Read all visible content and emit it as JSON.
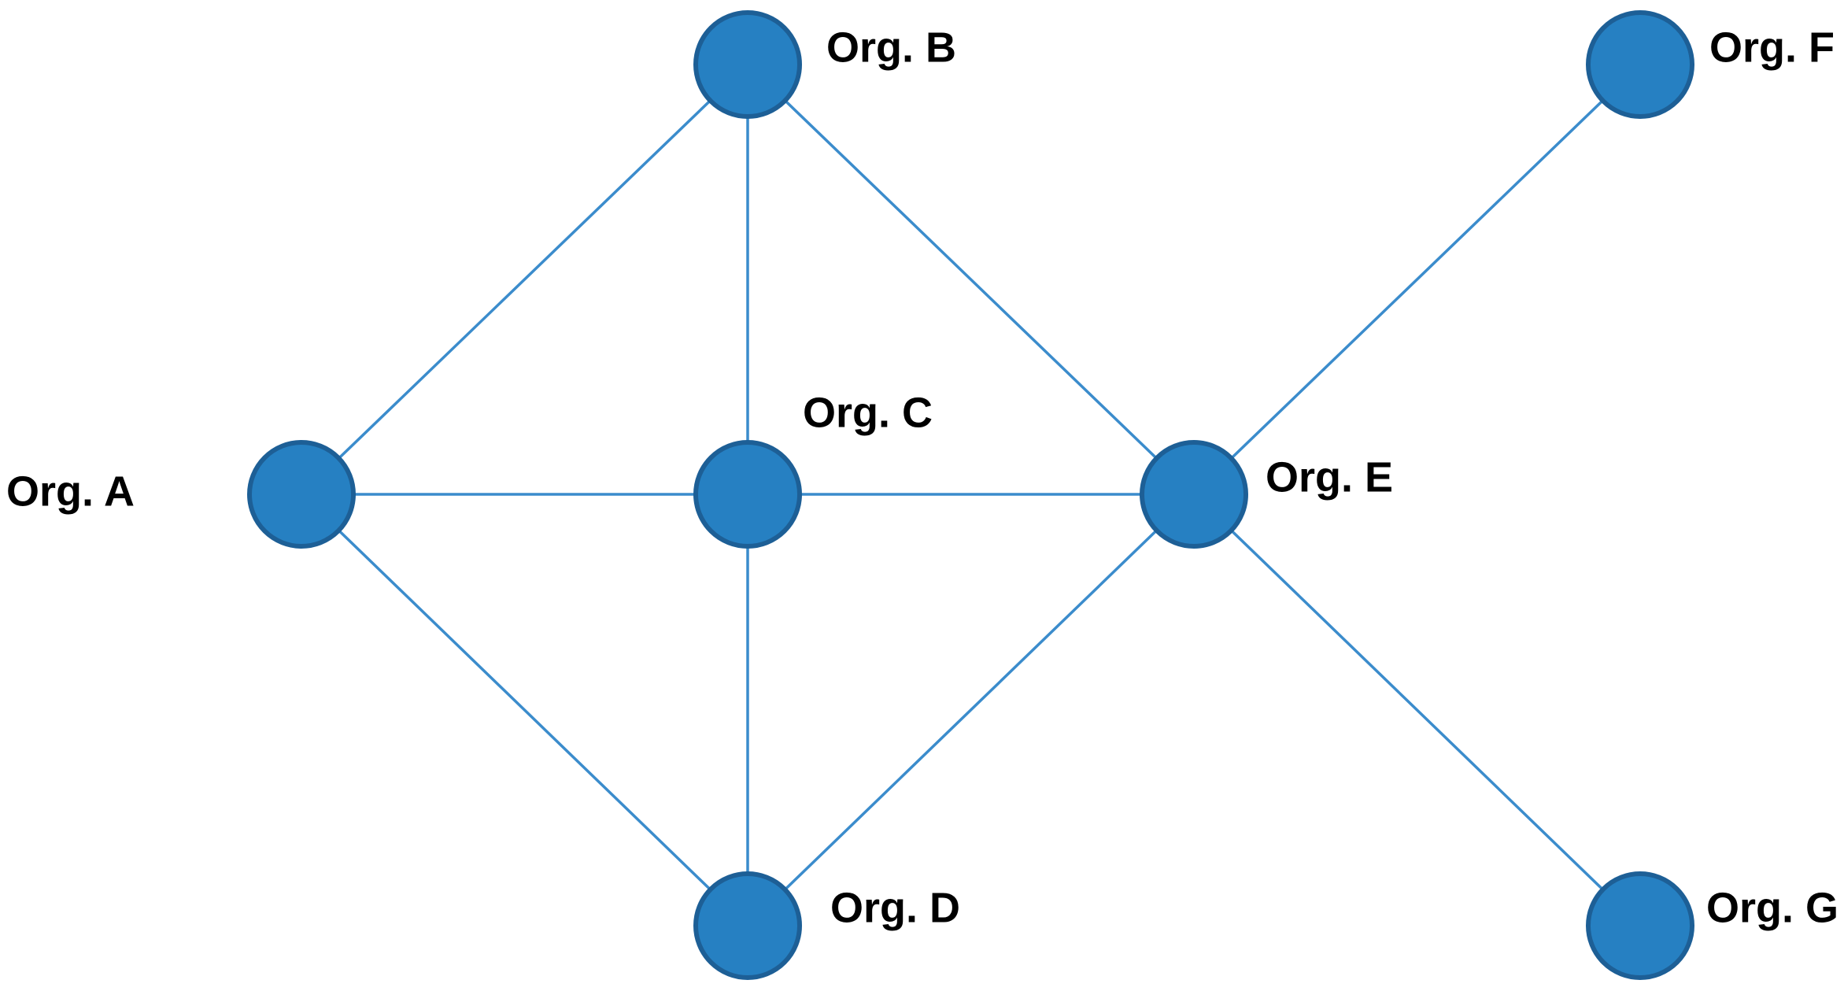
{
  "diagram": {
    "type": "network",
    "colors": {
      "node_fill": "#2680c2",
      "node_stroke": "#1d5f96",
      "edge": "#3b8ccc",
      "label": "#000000"
    },
    "nodes": [
      {
        "id": "A",
        "label": "Org. A"
      },
      {
        "id": "B",
        "label": "Org. B"
      },
      {
        "id": "C",
        "label": "Org. C"
      },
      {
        "id": "D",
        "label": "Org. D"
      },
      {
        "id": "E",
        "label": "Org. E"
      },
      {
        "id": "F",
        "label": "Org. F"
      },
      {
        "id": "G",
        "label": "Org. G"
      }
    ],
    "edges": [
      {
        "from": "A",
        "to": "B"
      },
      {
        "from": "A",
        "to": "C"
      },
      {
        "from": "A",
        "to": "D"
      },
      {
        "from": "B",
        "to": "C"
      },
      {
        "from": "B",
        "to": "E"
      },
      {
        "from": "C",
        "to": "D"
      },
      {
        "from": "C",
        "to": "E"
      },
      {
        "from": "D",
        "to": "E"
      },
      {
        "from": "E",
        "to": "F"
      },
      {
        "from": "E",
        "to": "G"
      }
    ]
  }
}
